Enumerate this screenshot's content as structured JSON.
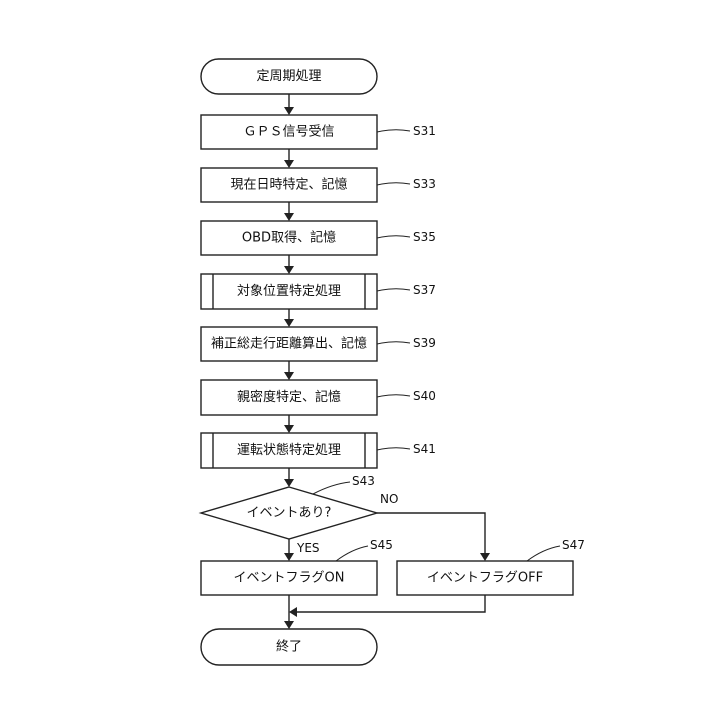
{
  "flowchart": {
    "start": "定周期処理",
    "steps": [
      {
        "label": "ＧＰＳ信号受信",
        "id": "S31"
      },
      {
        "label": "現在日時特定、記憶",
        "id": "S33"
      },
      {
        "label": "OBD取得、記憶",
        "id": "S35"
      },
      {
        "label": "対象位置特定処理",
        "id": "S37"
      },
      {
        "label": "補正総走行距離算出、記憶",
        "id": "S39"
      },
      {
        "label": "親密度特定、記憶",
        "id": "S40"
      },
      {
        "label": "運転状態特定処理",
        "id": "S41"
      }
    ],
    "decision": {
      "label": "イベントあり?",
      "id": "S43",
      "no": "NO",
      "yes": "YES"
    },
    "yes_step": {
      "label": "イベントフラグON",
      "id": "S45"
    },
    "no_step": {
      "label": "イベントフラグOFF",
      "id": "S47"
    },
    "end": "終了"
  }
}
